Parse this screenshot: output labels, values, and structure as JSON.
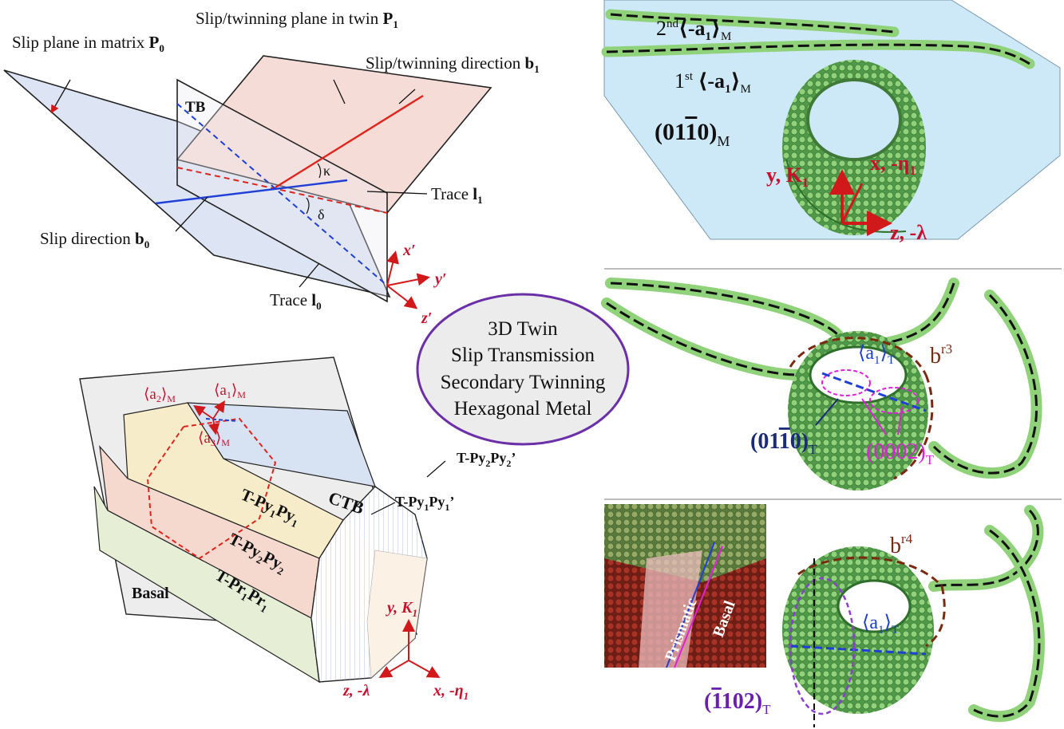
{
  "colors": {
    "plane_blue": "#dde4f3",
    "plane_pink": "#f6dcd6",
    "trace_red": "#e0241c",
    "trace_blue": "#1f3fd6",
    "atom_green": "#8fd27a",
    "atom_dark_green": "#3f8a3a",
    "panel_bg": "#cde8f7",
    "oval_border": "#6b2fa8",
    "oval_fill": "#ececec",
    "dash_black": "#111111"
  },
  "top_left": {
    "slip_plane_matrix": "Slip plane in matrix",
    "slip_plane_matrix_sym": "P",
    "slip_plane_matrix_sub": "0",
    "slip_twinning_plane": "Slip/twinning plane in twin",
    "slip_twinning_plane_sym": "P",
    "slip_twinning_plane_sub": "1",
    "slip_twinning_direction": "Slip/twinning direction",
    "slip_twinning_direction_sym": "b",
    "slip_twinning_direction_sub": "1",
    "tb": "TB",
    "kappa": "κ",
    "delta": "δ",
    "trace_l1": "Trace",
    "trace_l1_sym": "l",
    "trace_l1_sub": "1",
    "slip_direction": "Slip direction",
    "slip_direction_sym": "b",
    "slip_direction_sub": "0",
    "trace_l0": "Trace",
    "trace_l0_sym": "l",
    "trace_l0_sub": "0",
    "axis_x": "x′",
    "axis_y": "y′",
    "axis_z": "z′"
  },
  "bottom_left": {
    "a2": "⟨a",
    "a2_sub": "2",
    "a2_m": "⟩",
    "a2_msub": "M",
    "a1": "⟨a",
    "a1_sub": "1",
    "a1_m": "⟩",
    "a1_msub": "M",
    "a3": "⟨a",
    "a3_sub": "3",
    "a3_m": "⟩",
    "a3_msub": "M",
    "ctb": "CTB",
    "t_py1": "T-Py",
    "t_py1_sub": "1",
    "t_py1b": "Py",
    "t_py1b_sub": "1",
    "t_py1_top": "T-Py",
    "t_py1_top_sub": "1",
    "t_py1_top_b": "Py",
    "t_py1_top_b_sub": "1",
    "t_py1_top_prime": "’",
    "t_py2_top": "T-Py",
    "t_py2_top_sub": "2",
    "t_py2_top_b": "Py",
    "t_py2_top_b_sub": "2",
    "t_py2_top_prime": "’",
    "t_py2": "T-Py",
    "t_py2_sub": "2",
    "t_py2b": "Py",
    "t_py2b_sub": "2",
    "t_pr1": "T-Pr",
    "t_pr1_sub": "1",
    "t_pr1b": "Pr",
    "t_pr1b_sub": "1",
    "basal": "Basal",
    "axis_y": "y, K",
    "axis_y_sub": "1",
    "axis_z": "z, -λ",
    "axis_x": "x, -η",
    "axis_x_sub": "1"
  },
  "center_oval": {
    "line1": "3D Twin",
    "line2": "Slip Transmission",
    "line3": "Secondary Twinning",
    "line4": "Hexagonal Metal"
  },
  "top_right": {
    "second": "2",
    "second_sup": "nd",
    "second_vec": "⟨-a",
    "second_vec_sub": "1",
    "second_vec_end": "⟩",
    "second_vec_m": "M",
    "first": "1",
    "first_sup": "st",
    "first_vec": "⟨-a",
    "first_vec_sub": "1",
    "first_vec_end": "⟩",
    "first_vec_m": "M",
    "plane": "(01",
    "plane_bar": "1",
    "plane_end": "0)",
    "plane_sub": "M",
    "axis_y": "y, K",
    "axis_y_sub": "1",
    "axis_x": "x, -η",
    "axis_x_sub": "1",
    "axis_z": "z, -λ"
  },
  "middle_right": {
    "br3": "b",
    "br3_sup": "r3",
    "a1t": "⟨a",
    "a1t_sub": "1",
    "a1t_end": "⟩",
    "a1t_t": "T",
    "plane_navy": "(01",
    "plane_navy_bar": "1",
    "plane_navy_end": "0)",
    "plane_navy_sub": "T",
    "plane_mag": "(0002)",
    "plane_mag_sub": "T"
  },
  "bottom_right": {
    "br4": "b",
    "br4_sup": "r4",
    "a1t": "⟨a",
    "a1t_sub": "1",
    "a1t_end": "⟩",
    "a1t_t": "T",
    "prismatic": "Prismatic",
    "basal": "Basal",
    "plane": "(",
    "plane_bar": "1",
    "plane_end": "102)",
    "plane_sub": "T"
  }
}
